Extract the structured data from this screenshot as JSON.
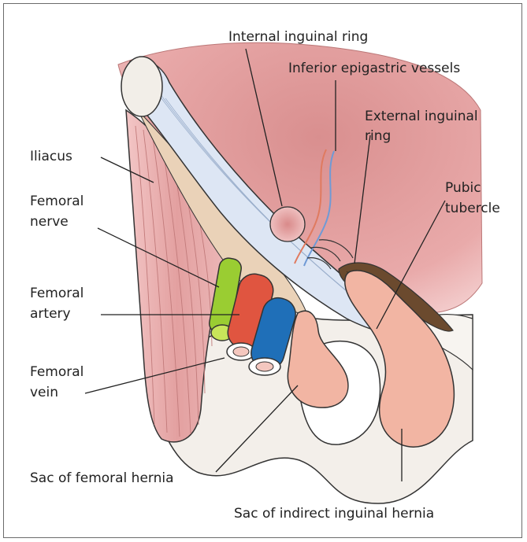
{
  "labels": {
    "internal_ring": "Internal inguinal ring",
    "epigastric": "Inferior epigastric vessels",
    "external_ring_1": "External inguinal",
    "external_ring_2": "ring",
    "iliacus": "Iliacus",
    "pubic_1": "Pubic",
    "pubic_2": "tubercle",
    "nerve_1": "Femoral",
    "nerve_2": "nerve",
    "artery_1": "Femoral",
    "artery_2": "artery",
    "vein_1": "Femoral",
    "vein_2": "vein",
    "femoral_sac": "Sac of femoral hernia",
    "indirect_sac": "Sac of indirect inguinal hernia"
  },
  "colors": {
    "muscle": "#e8a8a8",
    "muscle_dark": "#d98d8d",
    "ligament": "#dde6f4",
    "fascia": "#ead2b8",
    "bone": "#f1ede8",
    "nerve": "#9acd32",
    "artery": "#e05540",
    "vein": "#1f6fb8",
    "sac": "#f2b5a3",
    "leader": "#222222"
  }
}
